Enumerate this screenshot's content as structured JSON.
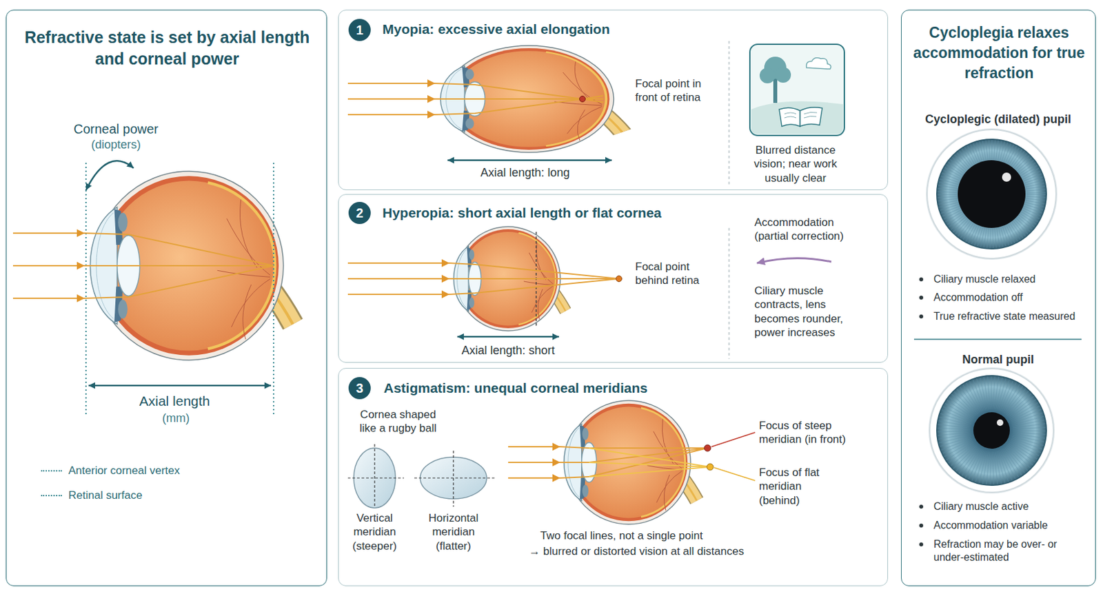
{
  "diagram": {
    "nodes": [
      {
        "text": [
          "Refractive state is set by axial length and corneal power"
        ]
      },
      {
        "text": [
          "Myopia: excessive axial elongation"
        ]
      },
      {
        "text": [
          "1"
        ],
        "in": 1
      },
      {
        "text": [
          "Hyperopia: short axial length or flat cornea"
        ]
      },
      {
        "text": [
          "2"
        ],
        "in": 3
      },
      {
        "text": [
          "Astigmatism: unequal corneal meridians"
        ]
      },
      {
        "text": [
          "3"
        ],
        "in": 5
      },
      {
        "text": [
          "Cycloplegia relaxes accommodation for true refraction"
        ]
      }
    ],
    "labels": [
      "Corneal power",
      "(diopters)",
      "Axial length",
      "(mm)",
      "Focal point in front of retina",
      "Axial length: long",
      "Blurred distance vision; near work usually clear",
      "Focal point behind retina",
      "Axial length: short",
      "Accommodation (partial correction)",
      "Ciliary muscle contracts, lens becomes rounder, power increases",
      "Cornea shaped like a rugby ball",
      "Vertical meridian (steeper)",
      "Horizontal meridian (flatter)",
      "Focus of steep meridian (in front)",
      "Focus of flat meridian (behind)",
      "Two focal lines, not a single point",
      "→ blurred or distorted vision at all distances",
      "Cycloplegic (dilated) pupil",
      "Ciliary muscle relaxed",
      "Accommodation off",
      "True refractive state measured",
      "Normal pupil",
      "Ciliary muscle active",
      "Accommodation variable",
      "Refraction may be over- or under-estimated"
    ],
    "legend": [
      {
        "text": "Anterior corneal vertex"
      },
      {
        "text": "Retinal surface"
      }
    ]
  }
}
